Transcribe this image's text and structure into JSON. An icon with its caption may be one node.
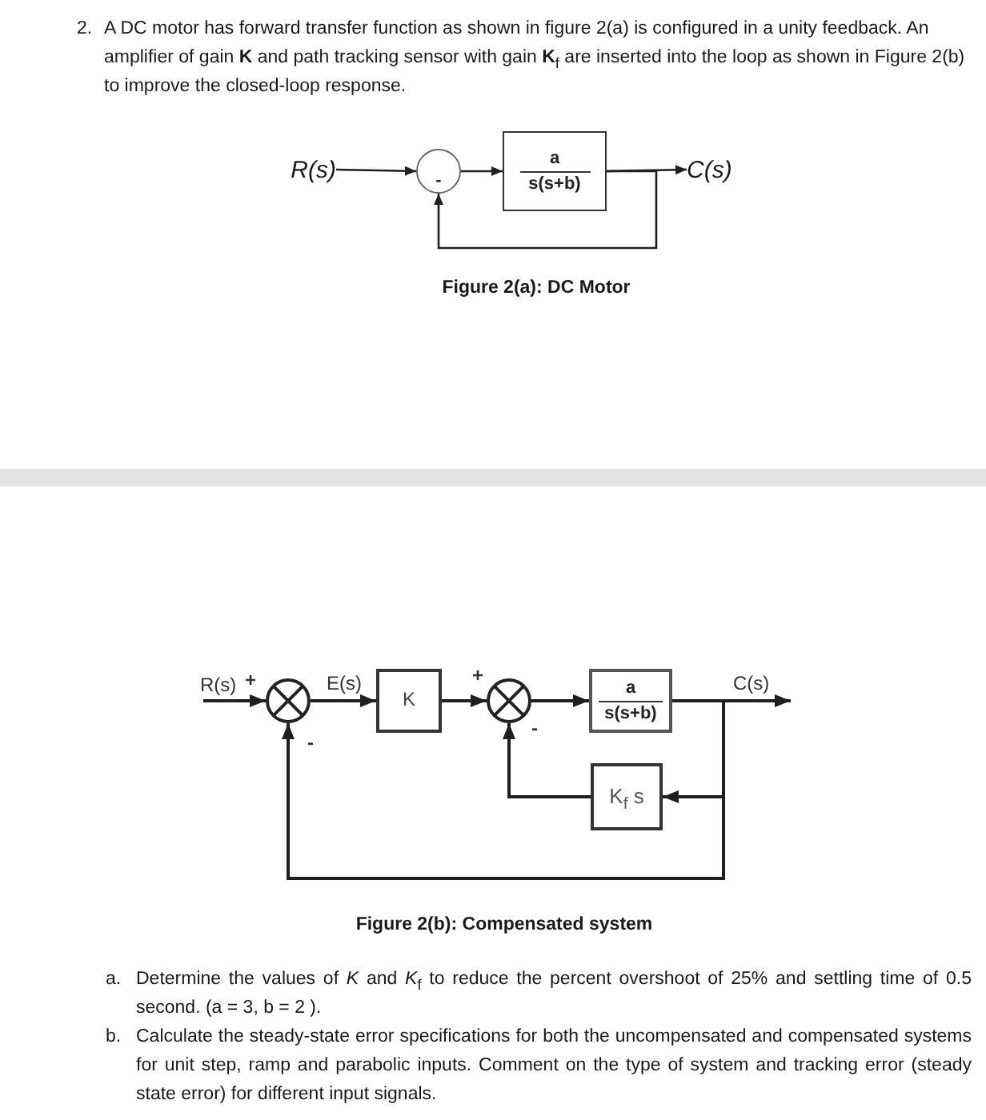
{
  "diagram": {
    "nodes": [
      {
        "text": [
          "R(s)"
        ]
      },
      {
        "text": [
          "-"
        ]
      },
      {
        "text": [
          "a",
          "s(s+b)"
        ]
      },
      {
        "text": [
          "C(s)"
        ]
      },
      {
        "text": [],
        "shape": "circle",
        "beside": [
          "+",
          "-"
        ]
      },
      {
        "text": [
          "K"
        ]
      },
      {
        "text": [],
        "shape": "circle",
        "beside": [
          "+",
          "-"
        ]
      },
      {
        "text": [
          "a",
          "s(s+b)"
        ]
      },
      {
        "text": [
          "K$_{f}$ s"
        ]
      }
    ],
    "edges": [
      {
        "from": 0,
        "to": 1,
        "arrow": "to"
      },
      {
        "from": 1,
        "to": 2,
        "arrow": "to"
      },
      {
        "from": 2,
        "to": 3,
        "arrow": "to"
      },
      {
        "from": 2,
        "to": 1,
        "arrow": "to"
      },
      {
        "from": null,
        "to": 4,
        "arrow": "to",
        "label": "R(s)"
      },
      {
        "from": 4,
        "to": 5,
        "arrow": "to",
        "label": "E(s)"
      },
      {
        "from": 5,
        "to": 6,
        "arrow": "to"
      },
      {
        "from": 6,
        "to": 7,
        "arrow": "to"
      },
      {
        "from": 7,
        "to": null,
        "arrow": "to",
        "label": "C(s)"
      },
      {
        "from": 7,
        "to": 8,
        "arrow": "to"
      },
      {
        "from": 8,
        "to": 6,
        "arrow": "to"
      },
      {
        "from": 7,
        "to": 4,
        "arrow": "to"
      }
    ],
    "labels": [
      "2.",
      "A DC motor has forward transfer function as shown in figure 2(a) is configured in a unity feedback. An amplifier of gain **K** and path tracking sensor with gain **K**$_{f}$ are inserted into the loop as shown in Figure 2(b) to improve the closed-loop response.",
      "Figure 2(a): DC Motor",
      "Figure 2(b): Compensated system",
      "a.",
      "Determine the values of *K* and *K*$_{f}$ to reduce the percent overshoot of 25% and settling time of 0.5 second. (a = 3, b = 2 ).",
      "b.",
      "Calculate the steady-state error specifications for both the uncompensated and compensated systems for unit step, ramp and parabolic inputs. Comment on the type of system and tracking error (steady state error) for different input signals."
    ]
  }
}
